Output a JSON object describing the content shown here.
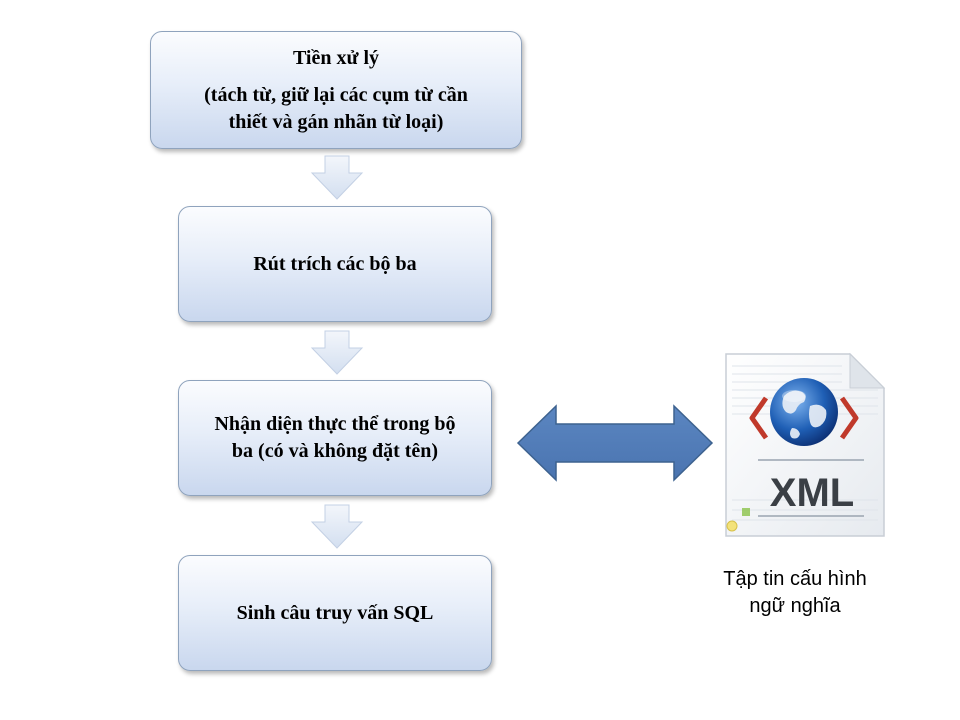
{
  "diagram": {
    "steps": [
      {
        "line1": "Tiền xử lý",
        "line2": "(tách từ, giữ lại các cụm từ cần",
        "line3": "thiết và gán nhãn từ loại)"
      },
      {
        "line1": "Rút trích các bộ ba"
      },
      {
        "line1": "Nhận diện thực thể trong bộ",
        "line2": "ba (có và không đặt tên)"
      },
      {
        "line1": "Sinh câu truy vấn SQL"
      }
    ],
    "xml_file": {
      "icon_text": "XML",
      "caption_line1": "Tập tin cấu hình",
      "caption_line2": "ngữ nghĩa"
    }
  }
}
